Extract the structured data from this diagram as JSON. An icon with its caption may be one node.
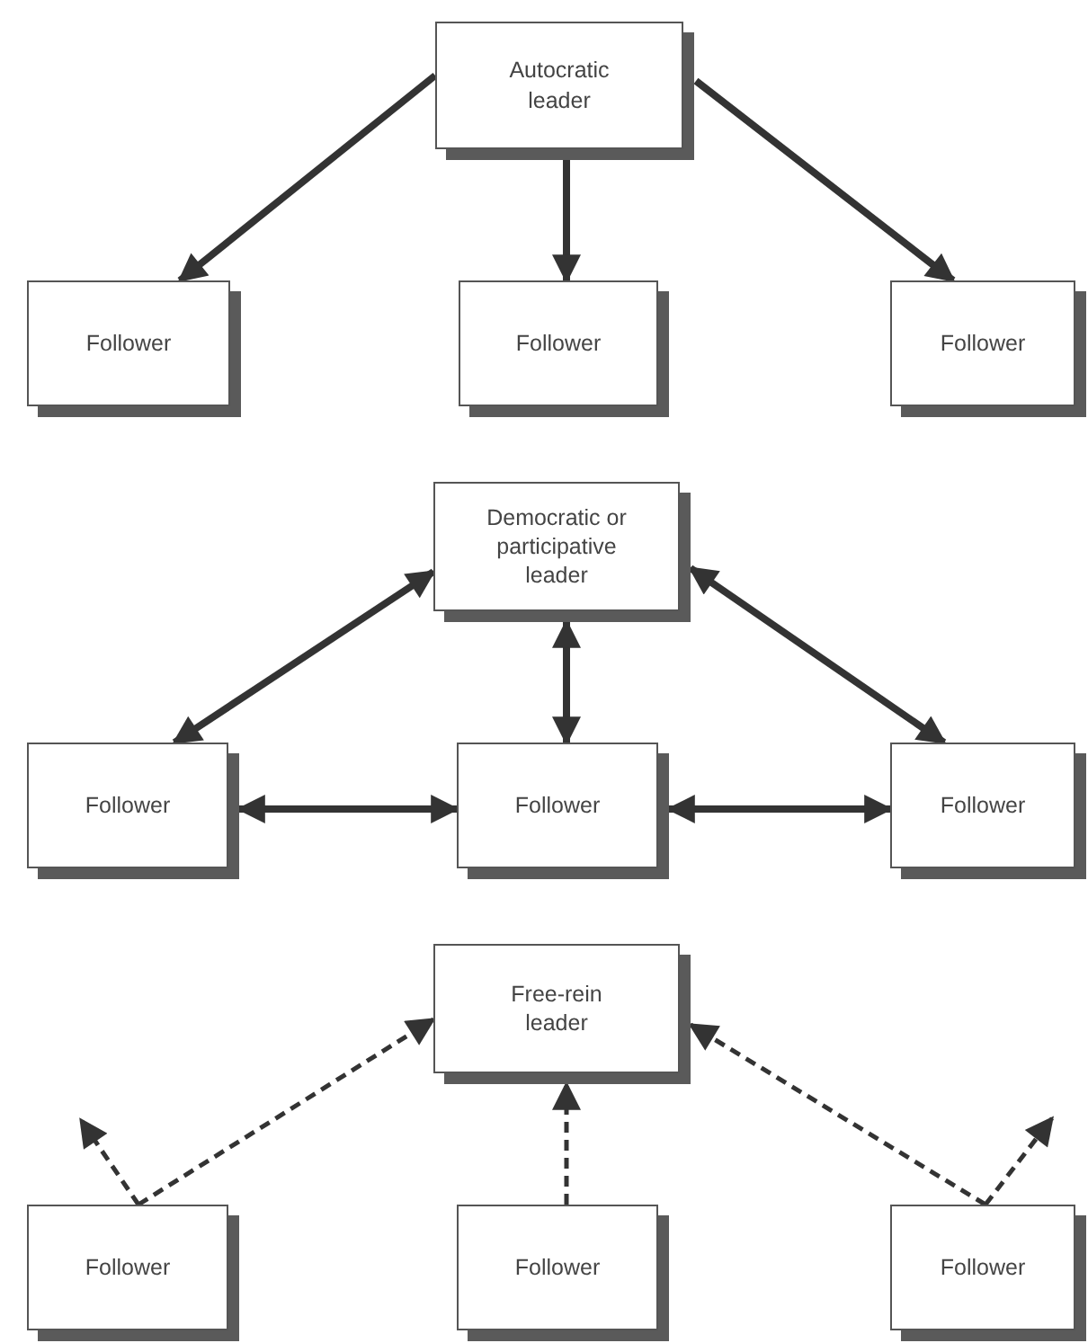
{
  "diagram": {
    "nodes": [
      {
        "text": [
          "Autocratic leader"
        ]
      },
      {
        "text": [
          "Follower"
        ]
      },
      {
        "text": [
          "Follower"
        ]
      },
      {
        "text": [
          "Follower"
        ]
      },
      {
        "text": [
          "Democratic or participative leader"
        ]
      },
      {
        "text": [
          "Follower"
        ]
      },
      {
        "text": [
          "Follower"
        ]
      },
      {
        "text": [
          "Follower"
        ]
      },
      {
        "text": [
          "Free-rein leader"
        ]
      },
      {
        "text": [
          "Follower"
        ]
      },
      {
        "text": [
          "Follower"
        ]
      },
      {
        "text": [
          "Follower"
        ]
      }
    ],
    "edges": [
      {
        "from": 0,
        "to": 1,
        "arrow": "to"
      },
      {
        "from": 0,
        "to": 2,
        "arrow": "to"
      },
      {
        "from": 0,
        "to": 3,
        "arrow": "to"
      },
      {
        "from": 4,
        "to": 5,
        "arrow": "both"
      },
      {
        "from": 4,
        "to": 6,
        "arrow": "both"
      },
      {
        "from": 4,
        "to": 7,
        "arrow": "both"
      },
      {
        "from": 5,
        "to": 6,
        "arrow": "both"
      },
      {
        "from": 6,
        "to": 7,
        "arrow": "both"
      },
      {
        "from": 9,
        "to": 8,
        "arrow": "to",
        "style": "dashed"
      },
      {
        "from": 10,
        "to": 8,
        "arrow": "to",
        "style": "dashed"
      },
      {
        "from": 11,
        "to": 8,
        "arrow": "to",
        "style": "dashed"
      },
      {
        "from": 9,
        "to": null,
        "arrow": "to",
        "style": "dashed"
      },
      {
        "from": 11,
        "to": null,
        "arrow": "to",
        "style": "dashed"
      }
    ]
  }
}
